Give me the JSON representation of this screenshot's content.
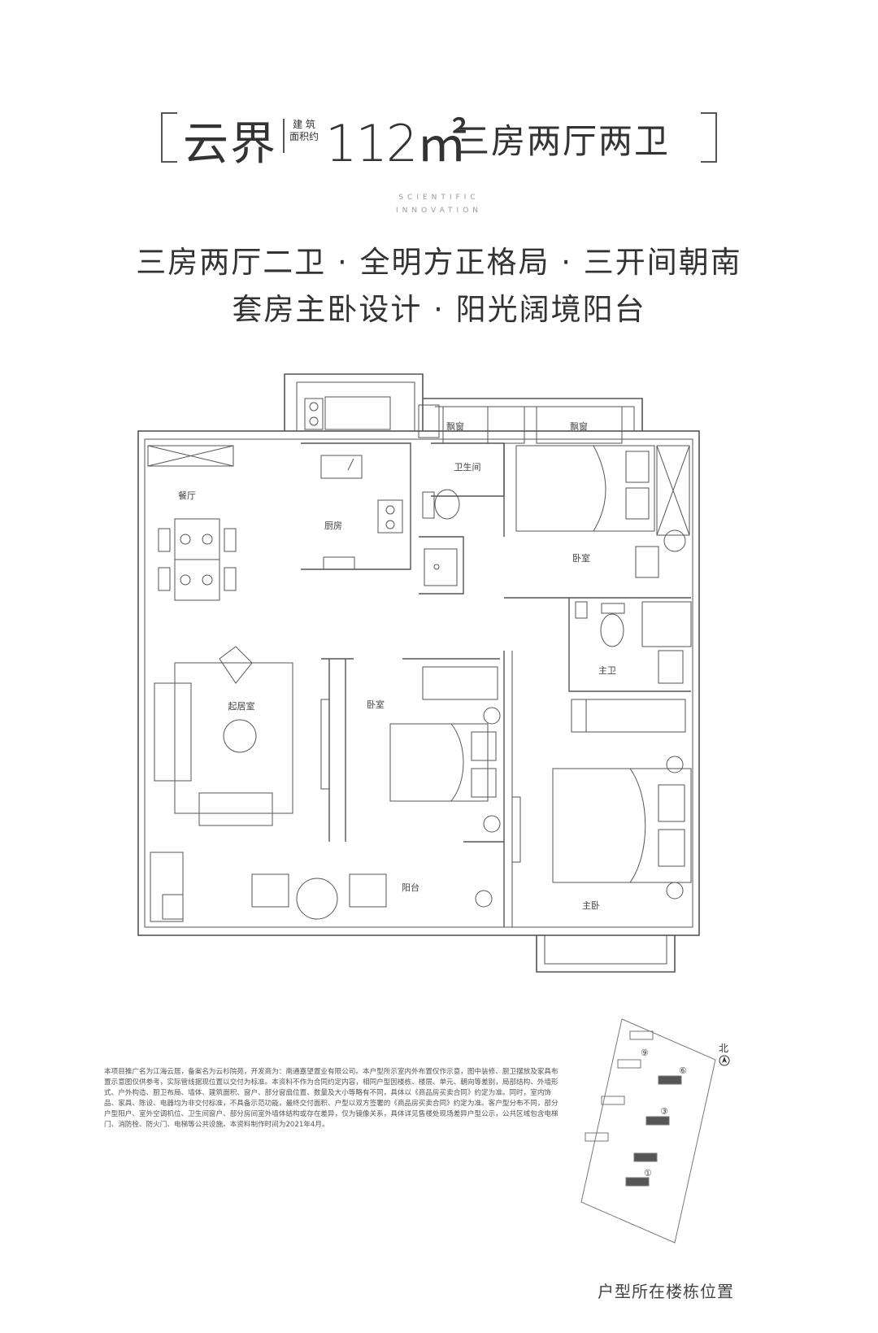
{
  "header": {
    "name": "云界",
    "area_label_line1": "建 筑",
    "area_label_line2": "面积约",
    "area": "112㎡",
    "type": "三房两厅两卫"
  },
  "tagline": {
    "line1": "SCIENTIFIC",
    "line2": "INNOVATION"
  },
  "slogan": {
    "line1": "三房两厅二卫 · 全明方正格局 · 三开间朝南",
    "line2": "套房主卧设计 · 阳光阔境阳台"
  },
  "rooms": {
    "bay_window_1": "飘窗",
    "bay_window_2": "飘窗",
    "bathroom": "卫生间",
    "dining": "餐厅",
    "kitchen": "厨房",
    "bedroom_north": "卧室",
    "master_bath": "主卫",
    "living": "起居室",
    "bedroom_middle": "卧室",
    "balcony": "阳台",
    "master_bedroom": "主卧"
  },
  "disclaimer": "本项目推广名为江海云居，备案名为云杉院苑，开发商为：南通嘉望置业有限公司。本户型所示室内外布置仅作示意，图中装修、厨卫摆放及家具布置示意图仅供参考，实际管线据现位置以交付为标准。本资料不作为合同约定内容，相同户型因楼栋、楼层、单元、朝向等差别，局部结构、外墙形式、户外构造、厨卫布局、墙体、建筑面积、窗户、部分窗扇位置、数量及大小等略有不同，具体以《商品房买卖合同》约定为准。同时，室内饰品、家具、陈设、电器均为非交付标准，不具备示范功能，最终交付面积、户型以双方签署的《商品房买卖合同》约定为准。客户型分布不同，部分户型阳户、室外空调机位、卫生间窗户、部分房间室外墙体结构或存在差异，仅为镜像关系，具体详见售楼处现场差异户型公示，公共区域包含电梯门、消防栓、防火门、电梯等公共设施。本资料制作时间为2021年4月。",
  "location": {
    "north": "北",
    "buildings": [
      "⑨",
      "⑥",
      "③",
      "①"
    ],
    "caption": "户型所在楼栋位置"
  }
}
